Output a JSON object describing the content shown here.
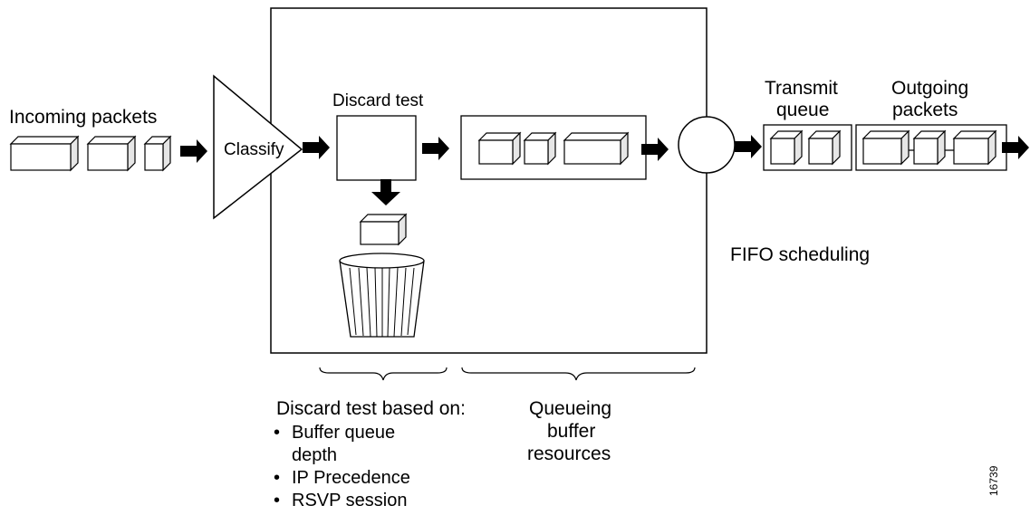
{
  "labels": {
    "incoming_packets": "Incoming packets",
    "classify": "Classify",
    "discard_test": "Discard test",
    "transmit_queue_line1": "Transmit",
    "transmit_queue_line2": "queue",
    "outgoing_packets_line1": "Outgoing",
    "outgoing_packets_line2": "packets",
    "fifo_scheduling": "FIFO scheduling",
    "discard_basis_heading": "Discard test based on:",
    "discard_basis_items": [
      "Buffer queue",
      "depth",
      "IP Precedence",
      "RSVP session"
    ],
    "queueing_line1": "Queueing",
    "queueing_line2": "buffer",
    "queueing_line3": "resources",
    "figure_id": "16739"
  },
  "colors": {
    "stroke": "#000000",
    "box_fill": "#ffffff",
    "packet_side": "#e6e6e6"
  }
}
